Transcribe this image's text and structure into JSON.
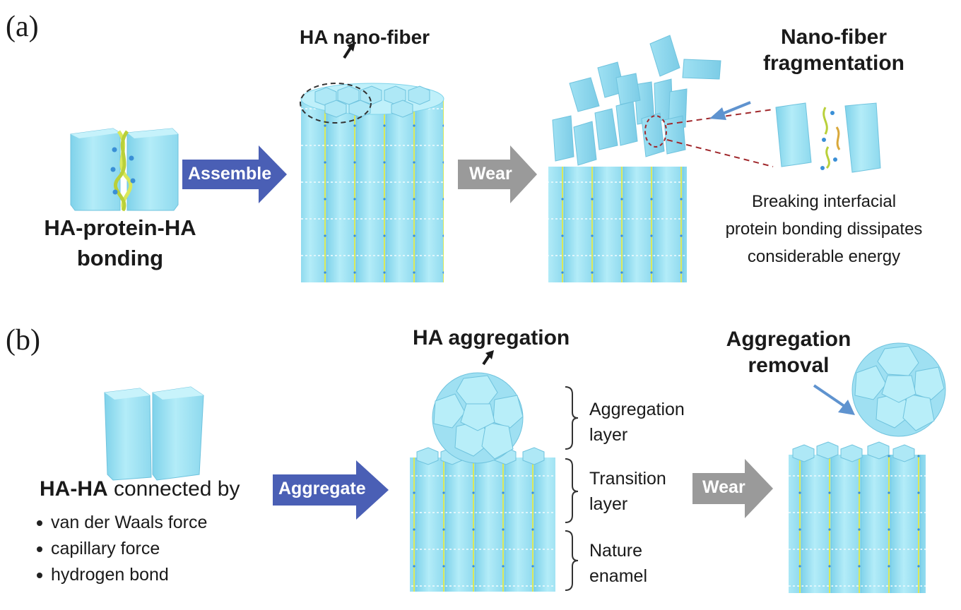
{
  "panel_a": {
    "label": "(a)",
    "bonding_title_line1": "HA-protein-HA",
    "bonding_title_line2": "bonding",
    "assemble_label": "Assemble",
    "nanofiber_label": "HA nano-fiber",
    "wear_label": "Wear",
    "fragmentation_line1": "Nano-fiber",
    "fragmentation_line2": "fragmentation",
    "desc_line1": "Breaking interfacial",
    "desc_line2": "protein bonding dissipates",
    "desc_line3": "considerable energy"
  },
  "panel_b": {
    "label": "(b)",
    "hahA_bold": "HA-HA",
    "hahA_rest": " connected by",
    "bullets": [
      "van der Waals force",
      "capillary force",
      "hydrogen bond"
    ],
    "aggregate_label": "Aggregate",
    "aggregation_label": "HA aggregation",
    "layer_aggregation_1": "Aggregation",
    "layer_aggregation_2": "layer",
    "layer_transition_1": "Transition",
    "layer_transition_2": "layer",
    "layer_nature_1": "Nature",
    "layer_nature_2": "enamel",
    "wear_label": "Wear",
    "removal_line1": "Aggregation",
    "removal_line2": "removal"
  },
  "colors": {
    "crystal": "#a6e6f5",
    "crystal_edge": "#7dd3ea",
    "crystal_dark": "#5fbfdb",
    "protein": "#d9e85a",
    "dots": "#3a8fd6",
    "assemble_arrow": "#4a5fb5",
    "wear_arrow": "#9a9a9a",
    "pointer_arrow": "#5f93cf",
    "dashed_black": "#333333",
    "dashed_red": "#a0282c"
  }
}
